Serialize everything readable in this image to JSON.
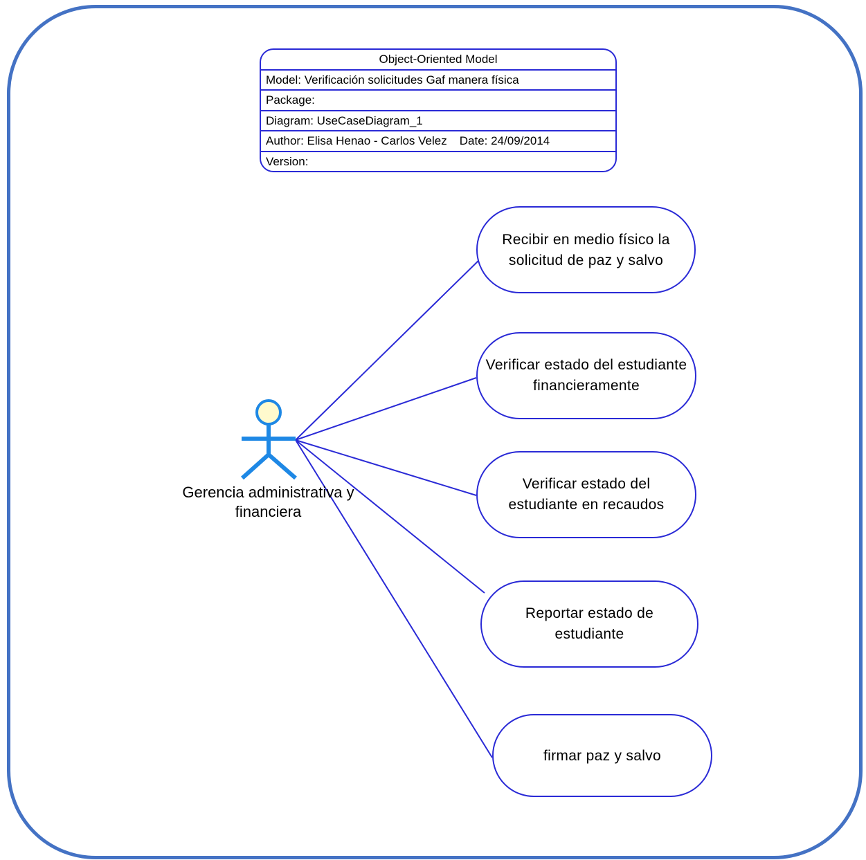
{
  "title_block": {
    "heading": "Object-Oriented Model",
    "model": "Model: Verificación solicitudes Gaf manera física",
    "package": "Package:",
    "diagram": "Diagram: UseCaseDiagram_1",
    "author": "Author: Elisa Henao - Carlos Velez",
    "date": "Date: 24/09/2014",
    "version": "Version:"
  },
  "actor": {
    "label": "Gerencia administrativa y financiera",
    "icon": "stick-figure-actor-icon"
  },
  "use_cases": [
    {
      "label": "Recibir en medio físico la solicitud de paz y salvo"
    },
    {
      "label": "Verificar estado del estudiante financieramente"
    },
    {
      "label": "Verificar estado del estudiante en recaudos"
    },
    {
      "label": "Reportar estado de estudiante"
    },
    {
      "label": "firmar paz y salvo"
    }
  ],
  "colors": {
    "frame": "#4472c4",
    "lines": "#2a2ad6",
    "actor": "#1e88e5",
    "actor_head_fill": "#fffacd"
  }
}
